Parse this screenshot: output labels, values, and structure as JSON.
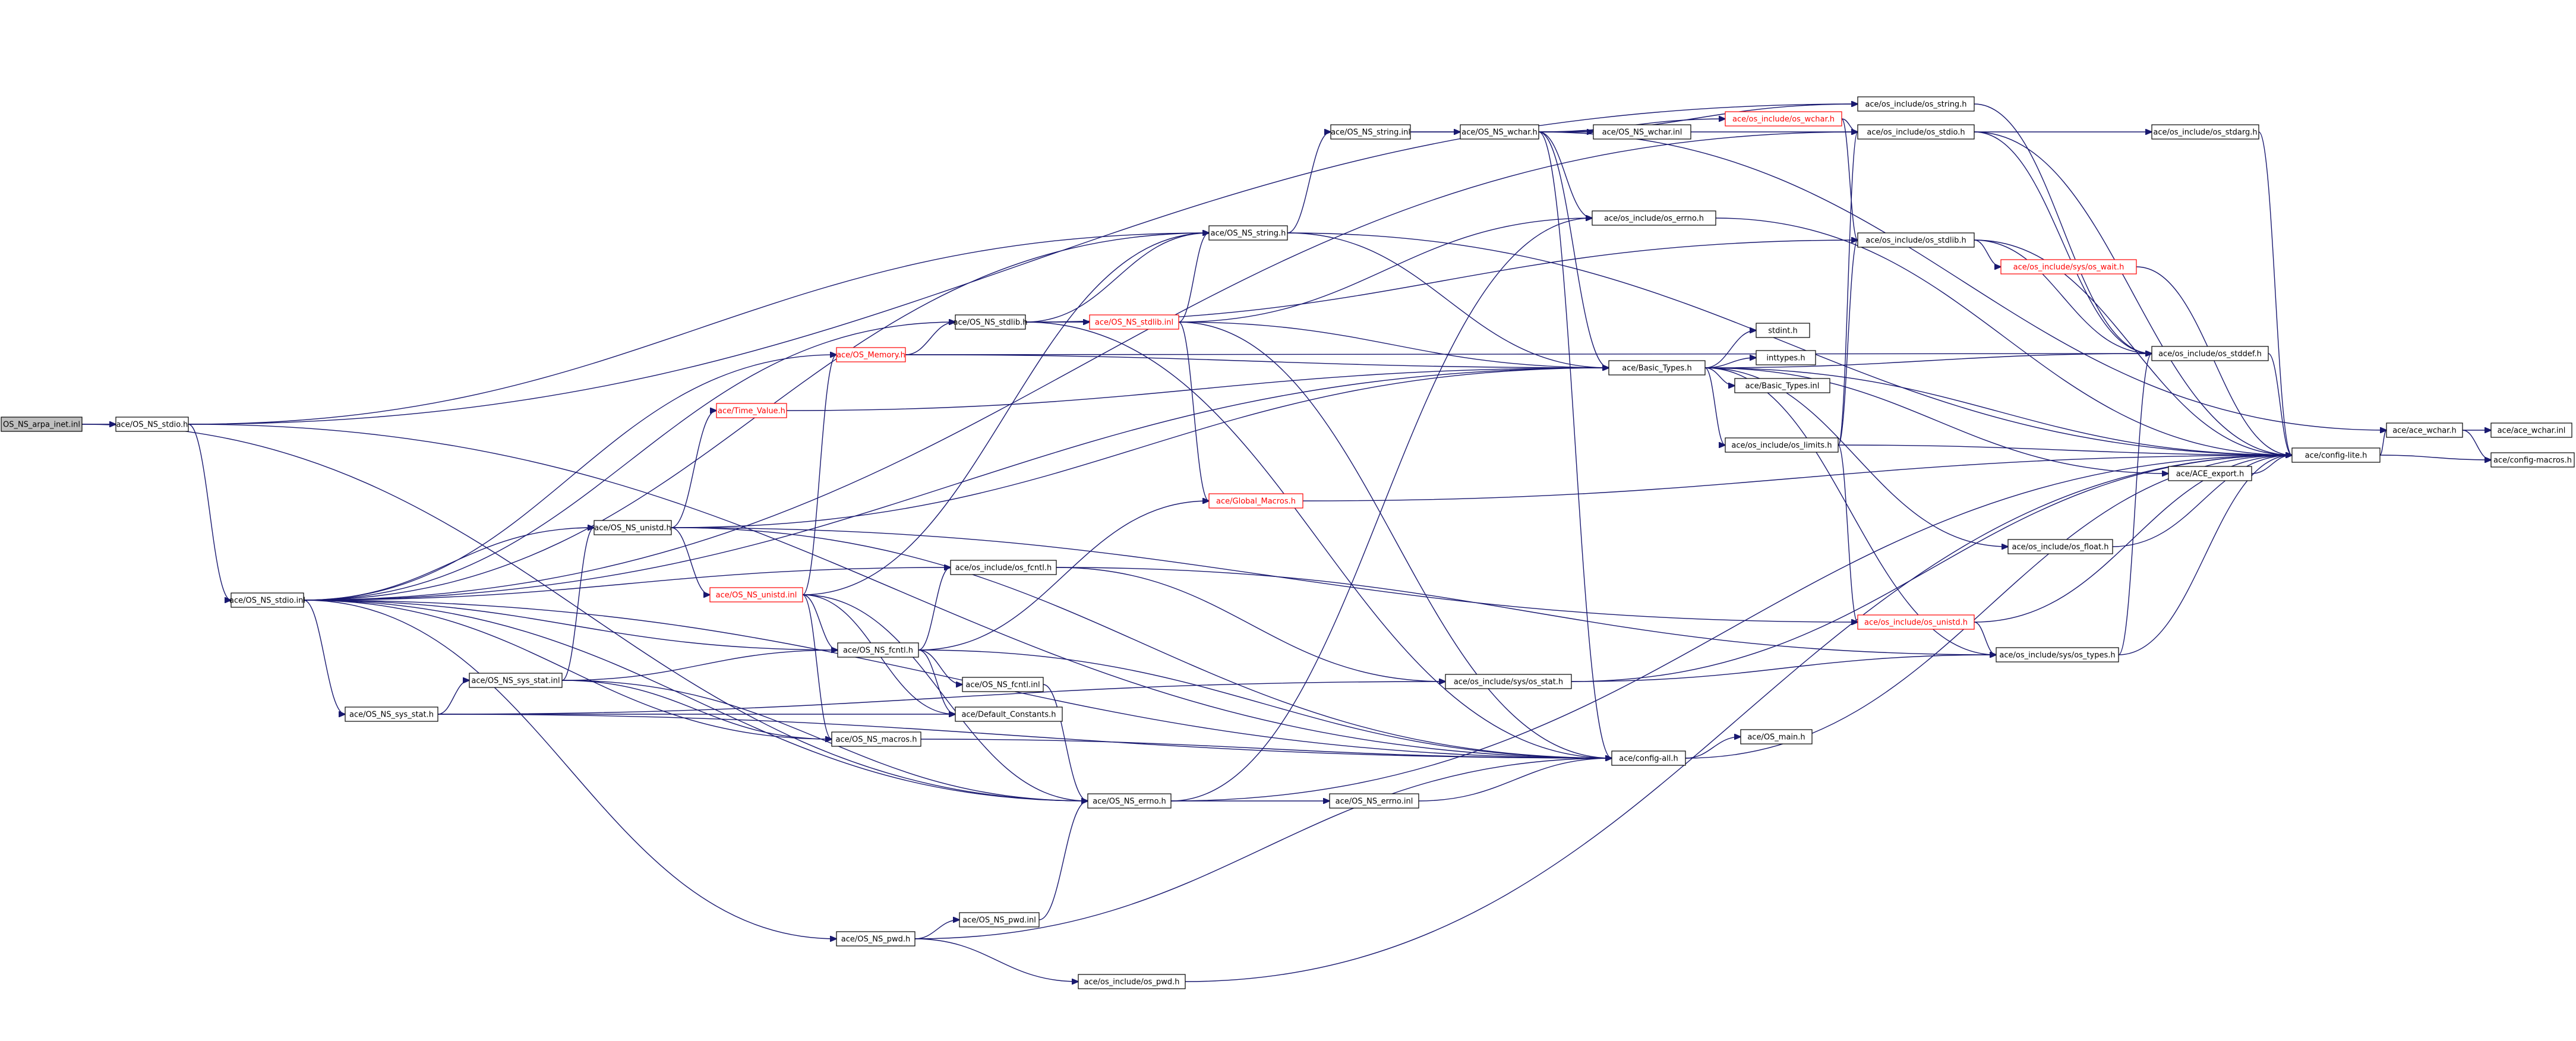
{
  "colors": {
    "edge": "#191970",
    "node_border": "#000000",
    "incomplete_border": "#ff0000",
    "root_fill": "#bfbfbf",
    "background": "#ffffff"
  },
  "nodes": [
    {
      "id": "n_root",
      "label": "OS_NS_arpa_inet.inl",
      "root": true
    },
    {
      "id": "n_stdio_h",
      "label": "ace/OS_NS_stdio.h"
    },
    {
      "id": "n_stdio_inl",
      "label": "ace/OS_NS_stdio.inl"
    },
    {
      "id": "n_unistd_h",
      "label": "ace/OS_NS_unistd.h"
    },
    {
      "id": "n_time_value",
      "label": "ace/Time_Value.h",
      "incomplete": true
    },
    {
      "id": "n_memory",
      "label": "ace/OS_Memory.h",
      "incomplete": true
    },
    {
      "id": "n_stdlib_h",
      "label": "ace/OS_NS_stdlib.h"
    },
    {
      "id": "n_stdlib_inl",
      "label": "ace/OS_NS_stdlib.inl",
      "incomplete": true
    },
    {
      "id": "n_string_h",
      "label": "ace/OS_NS_string.h"
    },
    {
      "id": "n_string_inl",
      "label": "ace/OS_NS_string.inl"
    },
    {
      "id": "n_wchar_h",
      "label": "ace/OS_NS_wchar.h"
    },
    {
      "id": "n_wchar_inl",
      "label": "ace/OS_NS_wchar.inl"
    },
    {
      "id": "n_os_wchar",
      "label": "ace/os_include/os_wchar.h",
      "incomplete": true
    },
    {
      "id": "n_os_string",
      "label": "ace/os_include/os_string.h"
    },
    {
      "id": "n_os_stdio",
      "label": "ace/os_include/os_stdio.h"
    },
    {
      "id": "n_os_stdarg",
      "label": "ace/os_include/os_stdarg.h"
    },
    {
      "id": "n_os_errno",
      "label": "ace/os_include/os_errno.h"
    },
    {
      "id": "n_os_stdlib",
      "label": "ace/os_include/os_stdlib.h"
    },
    {
      "id": "n_os_wait",
      "label": "ace/os_include/sys/os_wait.h",
      "incomplete": true
    },
    {
      "id": "n_os_stddef",
      "label": "ace/os_include/os_stddef.h"
    },
    {
      "id": "n_basic_types",
      "label": "ace/Basic_Types.h"
    },
    {
      "id": "n_stdint",
      "label": "stdint.h"
    },
    {
      "id": "n_inttypes",
      "label": "inttypes.h"
    },
    {
      "id": "n_basic_types_inl",
      "label": "ace/Basic_Types.inl"
    },
    {
      "id": "n_os_limits",
      "label": "ace/os_include/os_limits.h"
    },
    {
      "id": "n_ace_export",
      "label": "ace/ACE_export.h"
    },
    {
      "id": "n_os_float",
      "label": "ace/os_include/os_float.h"
    },
    {
      "id": "n_config_lite",
      "label": "ace/config-lite.h"
    },
    {
      "id": "n_ace_wchar",
      "label": "ace/ace_wchar.h"
    },
    {
      "id": "n_ace_wchar_inl",
      "label": "ace/ace_wchar.inl"
    },
    {
      "id": "n_config_macros",
      "label": "ace/config-macros.h"
    },
    {
      "id": "n_global_macros",
      "label": "ace/Global_Macros.h",
      "incomplete": true
    },
    {
      "id": "n_unistd_inl",
      "label": "ace/OS_NS_unistd.inl",
      "incomplete": true
    },
    {
      "id": "n_os_fcntl",
      "label": "ace/os_include/os_fcntl.h"
    },
    {
      "id": "n_os_unistd",
      "label": "ace/os_include/os_unistd.h",
      "incomplete": true
    },
    {
      "id": "n_os_types",
      "label": "ace/os_include/sys/os_types.h"
    },
    {
      "id": "n_fcntl_h",
      "label": "ace/OS_NS_fcntl.h"
    },
    {
      "id": "n_fcntl_inl",
      "label": "ace/OS_NS_fcntl.inl"
    },
    {
      "id": "n_default_constants",
      "label": "ace/Default_Constants.h"
    },
    {
      "id": "n_sys_stat_inl",
      "label": "ace/OS_NS_sys_stat.inl"
    },
    {
      "id": "n_sys_stat_h",
      "label": "ace/OS_NS_sys_stat.h"
    },
    {
      "id": "n_os_stat",
      "label": "ace/os_include/sys/os_stat.h"
    },
    {
      "id": "n_macros",
      "label": "ace/OS_NS_macros.h"
    },
    {
      "id": "n_config_all",
      "label": "ace/config-all.h"
    },
    {
      "id": "n_os_main",
      "label": "ace/OS_main.h"
    },
    {
      "id": "n_errno_h",
      "label": "ace/OS_NS_errno.h"
    },
    {
      "id": "n_errno_inl",
      "label": "ace/OS_NS_errno.inl"
    },
    {
      "id": "n_pwd_inl",
      "label": "ace/OS_NS_pwd.inl"
    },
    {
      "id": "n_pwd_h",
      "label": "ace/OS_NS_pwd.h"
    },
    {
      "id": "n_os_pwd",
      "label": "ace/os_include/os_pwd.h"
    }
  ],
  "edges": [
    [
      "n_root",
      "n_stdio_h"
    ],
    [
      "n_root",
      "n_errno_h"
    ],
    [
      "n_stdio_h",
      "n_stdio_inl"
    ],
    [
      "n_stdio_h",
      "n_string_h"
    ],
    [
      "n_stdio_h",
      "n_os_string"
    ],
    [
      "n_stdio_h",
      "n_config_all"
    ],
    [
      "n_stdio_inl",
      "n_unistd_h"
    ],
    [
      "n_stdio_inl",
      "n_memory"
    ],
    [
      "n_stdio_inl",
      "n_stdlib_h"
    ],
    [
      "n_stdio_inl",
      "n_os_stdio"
    ],
    [
      "n_stdio_inl",
      "n_string_h"
    ],
    [
      "n_stdio_inl",
      "n_basic_types"
    ],
    [
      "n_stdio_inl",
      "n_fcntl_h"
    ],
    [
      "n_stdio_inl",
      "n_sys_stat_h"
    ],
    [
      "n_stdio_inl",
      "n_os_fcntl"
    ],
    [
      "n_stdio_inl",
      "n_macros"
    ],
    [
      "n_stdio_inl",
      "n_errno_h"
    ],
    [
      "n_stdio_inl",
      "n_pwd_h"
    ],
    [
      "n_stdio_inl",
      "n_config_all"
    ],
    [
      "n_unistd_h",
      "n_time_value"
    ],
    [
      "n_unistd_h",
      "n_basic_types"
    ],
    [
      "n_unistd_h",
      "n_unistd_inl"
    ],
    [
      "n_unistd_h",
      "n_os_unistd"
    ],
    [
      "n_unistd_h",
      "n_config_all"
    ],
    [
      "n_time_value",
      "n_basic_types"
    ],
    [
      "n_memory",
      "n_stdlib_h"
    ],
    [
      "n_memory",
      "n_basic_types"
    ],
    [
      "n_memory",
      "n_os_stddef"
    ],
    [
      "n_stdlib_h",
      "n_string_h"
    ],
    [
      "n_stdlib_h",
      "n_stdlib_inl"
    ],
    [
      "n_stdlib_h",
      "n_os_stdlib"
    ],
    [
      "n_stdlib_h",
      "n_config_all"
    ],
    [
      "n_stdlib_inl",
      "n_string_h"
    ],
    [
      "n_stdlib_inl",
      "n_global_macros"
    ],
    [
      "n_stdlib_inl",
      "n_basic_types"
    ],
    [
      "n_stdlib_inl",
      "n_os_errno"
    ],
    [
      "n_stdlib_inl",
      "n_config_all"
    ],
    [
      "n_string_h",
      "n_string_inl"
    ],
    [
      "n_string_h",
      "n_basic_types"
    ],
    [
      "n_string_h",
      "n_config_lite"
    ],
    [
      "n_string_inl",
      "n_wchar_h"
    ],
    [
      "n_string_inl",
      "n_os_stdio"
    ],
    [
      "n_wchar_h",
      "n_wchar_inl"
    ],
    [
      "n_wchar_h",
      "n_os_wchar"
    ],
    [
      "n_wchar_h",
      "n_os_string"
    ],
    [
      "n_wchar_h",
      "n_os_errno"
    ],
    [
      "n_wchar_h",
      "n_basic_types"
    ],
    [
      "n_wchar_h",
      "n_ace_wchar"
    ],
    [
      "n_wchar_h",
      "n_config_all"
    ],
    [
      "n_os_wchar",
      "n_os_stdio"
    ],
    [
      "n_os_wchar",
      "n_os_stdlib"
    ],
    [
      "n_os_string",
      "n_os_stddef"
    ],
    [
      "n_os_stdio",
      "n_os_stdarg"
    ],
    [
      "n_os_stdio",
      "n_config_lite"
    ],
    [
      "n_os_stdio",
      "n_os_stddef"
    ],
    [
      "n_os_stdarg",
      "n_config_lite"
    ],
    [
      "n_os_errno",
      "n_config_lite"
    ],
    [
      "n_os_stdlib",
      "n_os_wait"
    ],
    [
      "n_os_stdlib",
      "n_os_stddef"
    ],
    [
      "n_os_stdlib",
      "n_config_lite"
    ],
    [
      "n_os_wait",
      "n_config_lite"
    ],
    [
      "n_os_stddef",
      "n_config_lite"
    ],
    [
      "n_basic_types",
      "n_stdint"
    ],
    [
      "n_basic_types",
      "n_inttypes"
    ],
    [
      "n_basic_types",
      "n_basic_types_inl"
    ],
    [
      "n_basic_types",
      "n_os_limits"
    ],
    [
      "n_basic_types",
      "n_ace_export"
    ],
    [
      "n_basic_types",
      "n_os_float"
    ],
    [
      "n_basic_types",
      "n_os_stddef"
    ],
    [
      "n_basic_types",
      "n_os_types"
    ],
    [
      "n_basic_types",
      "n_config_lite"
    ],
    [
      "n_os_limits",
      "n_os_stdio"
    ],
    [
      "n_os_limits",
      "n_os_stdlib"
    ],
    [
      "n_os_limits",
      "n_os_unistd"
    ],
    [
      "n_os_limits",
      "n_config_lite"
    ],
    [
      "n_ace_export",
      "n_config_lite"
    ],
    [
      "n_os_float",
      "n_config_lite"
    ],
    [
      "n_config_lite",
      "n_ace_wchar"
    ],
    [
      "n_config_lite",
      "n_config_macros"
    ],
    [
      "n_ace_wchar",
      "n_ace_wchar_inl"
    ],
    [
      "n_ace_wchar",
      "n_config_macros"
    ],
    [
      "n_global_macros",
      "n_config_lite"
    ],
    [
      "n_unistd_inl",
      "n_memory"
    ],
    [
      "n_unistd_inl",
      "n_string_h"
    ],
    [
      "n_unistd_inl",
      "n_fcntl_h"
    ],
    [
      "n_unistd_inl",
      "n_default_constants"
    ],
    [
      "n_unistd_inl",
      "n_macros"
    ],
    [
      "n_unistd_inl",
      "n_errno_h"
    ],
    [
      "n_os_fcntl",
      "n_os_types"
    ],
    [
      "n_os_fcntl",
      "n_os_stat"
    ],
    [
      "n_os_unistd",
      "n_os_types"
    ],
    [
      "n_os_unistd",
      "n_config_lite"
    ],
    [
      "n_os_types",
      "n_os_stddef"
    ],
    [
      "n_os_types",
      "n_config_lite"
    ],
    [
      "n_fcntl_h",
      "n_fcntl_inl"
    ],
    [
      "n_fcntl_h",
      "n_os_fcntl"
    ],
    [
      "n_fcntl_h",
      "n_global_macros"
    ],
    [
      "n_fcntl_h",
      "n_default_constants"
    ],
    [
      "n_fcntl_h",
      "n_config_all"
    ],
    [
      "n_fcntl_inl",
      "n_errno_h"
    ],
    [
      "n_sys_stat_h",
      "n_sys_stat_inl"
    ],
    [
      "n_sys_stat_h",
      "n_default_constants"
    ],
    [
      "n_sys_stat_h",
      "n_os_stat"
    ],
    [
      "n_sys_stat_h",
      "n_config_all"
    ],
    [
      "n_sys_stat_inl",
      "n_unistd_h"
    ],
    [
      "n_sys_stat_inl",
      "n_fcntl_h"
    ],
    [
      "n_sys_stat_inl",
      "n_macros"
    ],
    [
      "n_sys_stat_inl",
      "n_errno_h"
    ],
    [
      "n_os_stat",
      "n_os_types"
    ],
    [
      "n_os_stat",
      "n_config_lite"
    ],
    [
      "n_macros",
      "n_config_all"
    ],
    [
      "n_config_all",
      "n_os_main"
    ],
    [
      "n_config_all",
      "n_config_lite"
    ],
    [
      "n_errno_h",
      "n_errno_inl"
    ],
    [
      "n_errno_h",
      "n_os_errno"
    ],
    [
      "n_errno_h",
      "n_config_lite"
    ],
    [
      "n_errno_inl",
      "n_config_all"
    ],
    [
      "n_pwd_h",
      "n_pwd_inl"
    ],
    [
      "n_pwd_h",
      "n_os_pwd"
    ],
    [
      "n_pwd_h",
      "n_config_all"
    ],
    [
      "n_pwd_inl",
      "n_errno_h"
    ],
    [
      "n_os_pwd",
      "n_config_lite"
    ]
  ]
}
